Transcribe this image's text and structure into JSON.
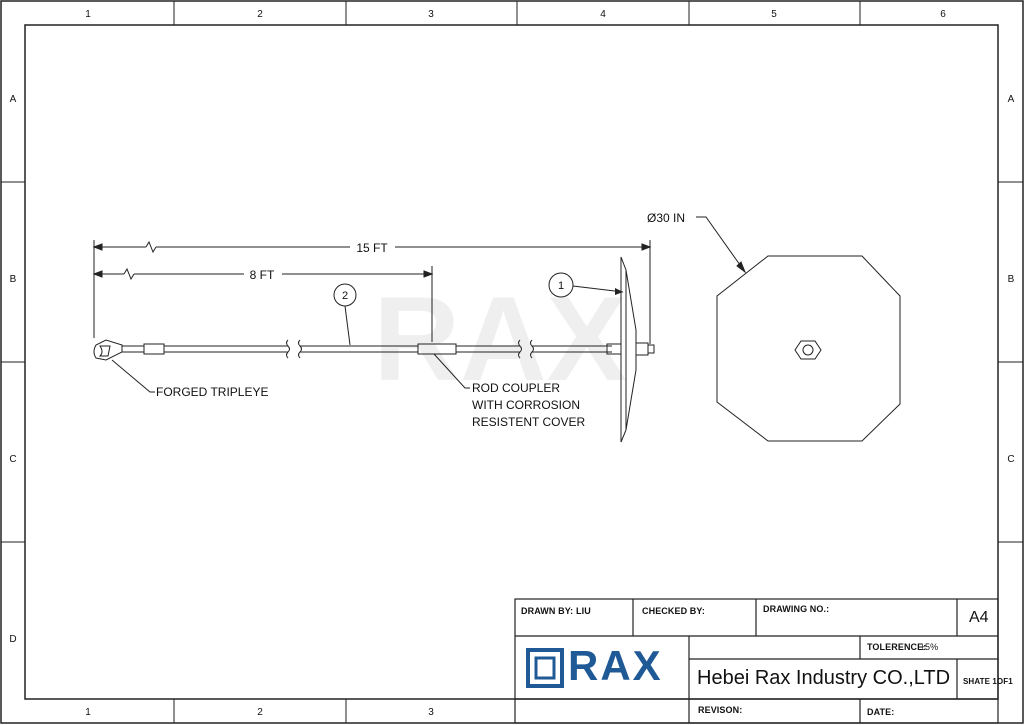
{
  "grid": {
    "top_columns": [
      "1",
      "2",
      "3",
      "4",
      "5",
      "6"
    ],
    "bottom_columns": [
      "1",
      "2",
      "3"
    ],
    "rows": [
      "A",
      "B",
      "C",
      "D"
    ]
  },
  "drawing": {
    "overall_length": "15 FT",
    "coupler_position": "8 FT",
    "plate_diameter": "Ø30 IN",
    "balloon_1": "1",
    "balloon_2": "2",
    "callout_tripleye": "FORGED TRIPLEYE",
    "callout_coupler": [
      "ROD COUPLER",
      "WITH CORROSION",
      "RESISTENT COVER"
    ],
    "watermark": "RAX"
  },
  "title_block": {
    "drawn_by_label": "DRAWN BY:",
    "drawn_by_value": "LIU",
    "checked_by_label": "CHECKED BY:",
    "drawing_no_label": "DRAWING NO.:",
    "sheet_size": "A4",
    "tolerance_label": "TOLERENCE:",
    "tolerance_value": "±5%",
    "logo_text": "RAX",
    "company": "Hebei Rax Industry CO.,LTD",
    "sheet": "SHATE 1OF1",
    "revision_label": "REVISON:",
    "date_label": "DATE:"
  },
  "colors": {
    "line": "#222222",
    "logo_blue": "#1f5a96",
    "watermark": "#ededed"
  }
}
